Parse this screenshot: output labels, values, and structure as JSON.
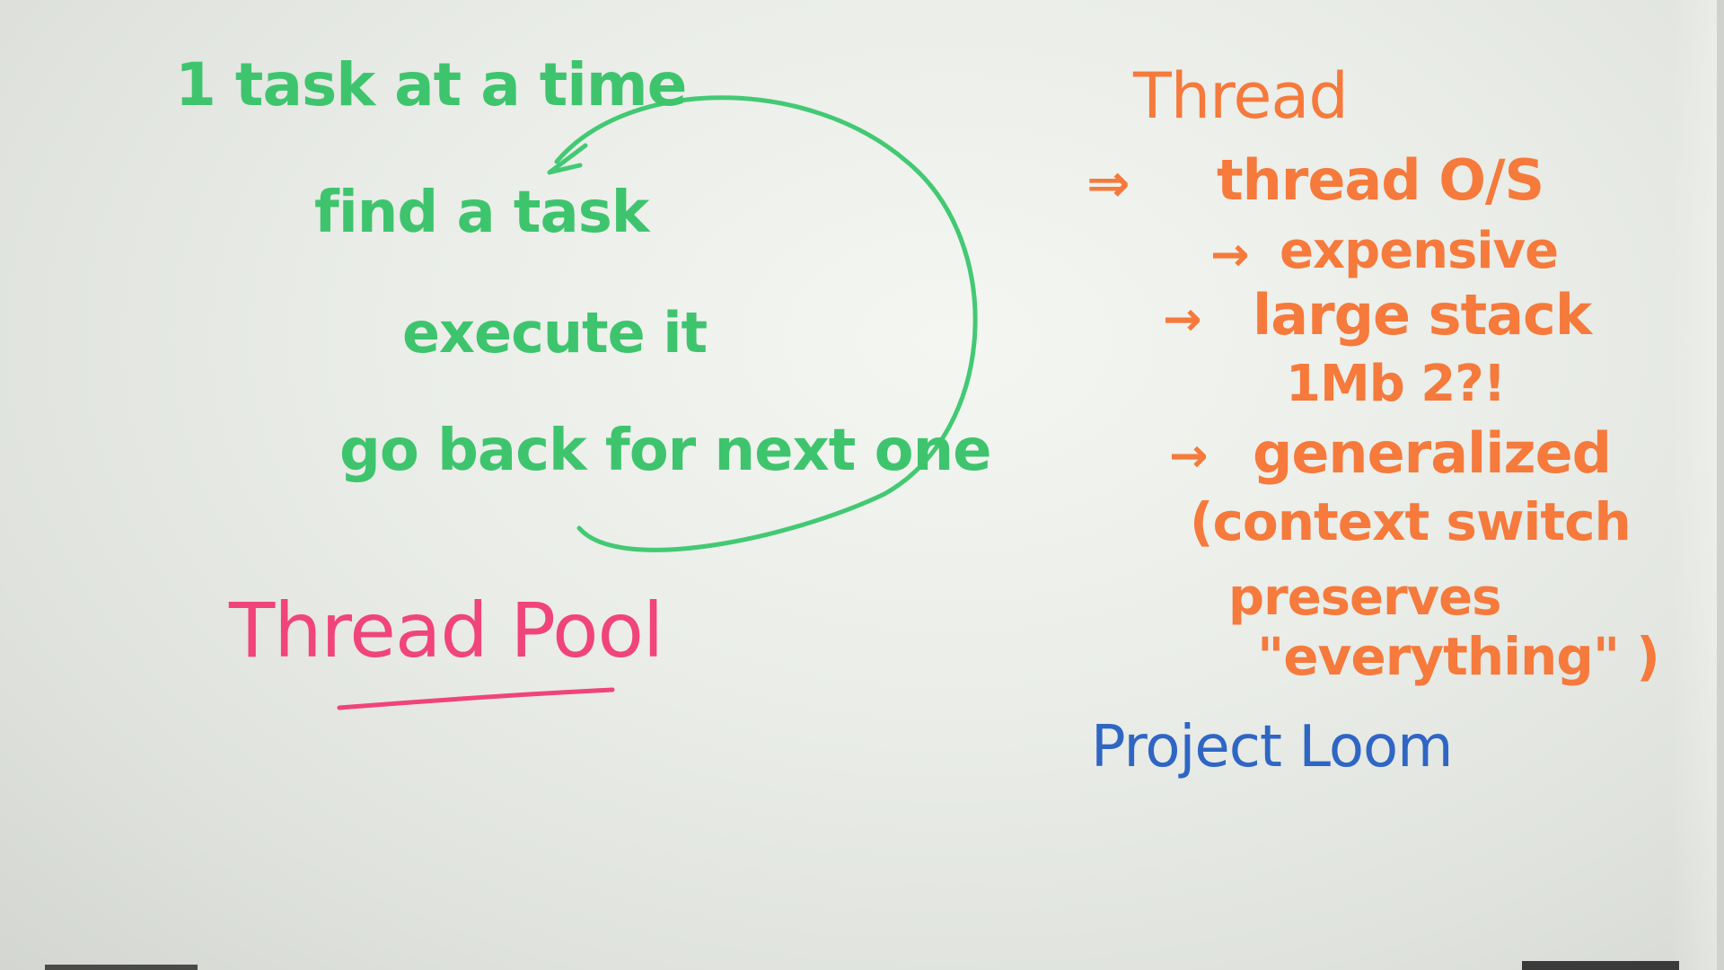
{
  "left_column": {
    "line1": "1 task at a time",
    "line2": "find a task",
    "line3": "execute it",
    "line4": "go back for next one",
    "heading": "Thread Pool"
  },
  "right_column": {
    "title": "Thread",
    "item1": "thread O/S",
    "item2": "expensive",
    "item3": "large stack",
    "item4": "1Mb 2?!",
    "item5": "generalized",
    "item6": "(context switch",
    "item7": "preserves",
    "item8": "\"everything\" )",
    "footer": "Project Loom",
    "arrow_glyph": "→",
    "double_arrow_glyph": "⇒"
  },
  "colors": {
    "green": "#3fc46e",
    "orange": "#f57a3c",
    "pink": "#f0447a",
    "blue": "#2f66c4",
    "board": "#e9ece7"
  }
}
